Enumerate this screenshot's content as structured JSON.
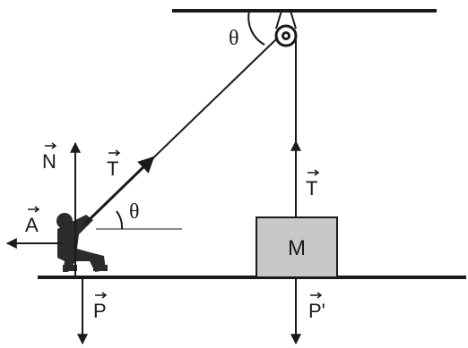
{
  "diagram": {
    "labels": {
      "angle_top": "θ",
      "angle_bottom": "θ",
      "normal_force": "N",
      "tension_rope": "T",
      "pulling_force": "A",
      "weight_person": "P",
      "tension_vertical": "T",
      "weight_block": "P'",
      "block_mass": "M"
    },
    "colors": {
      "lines": "#1a1a1a",
      "block_fill": "#c8c8c8",
      "reference_line": "#8c8c8c",
      "person": "#2b2b2b"
    }
  }
}
